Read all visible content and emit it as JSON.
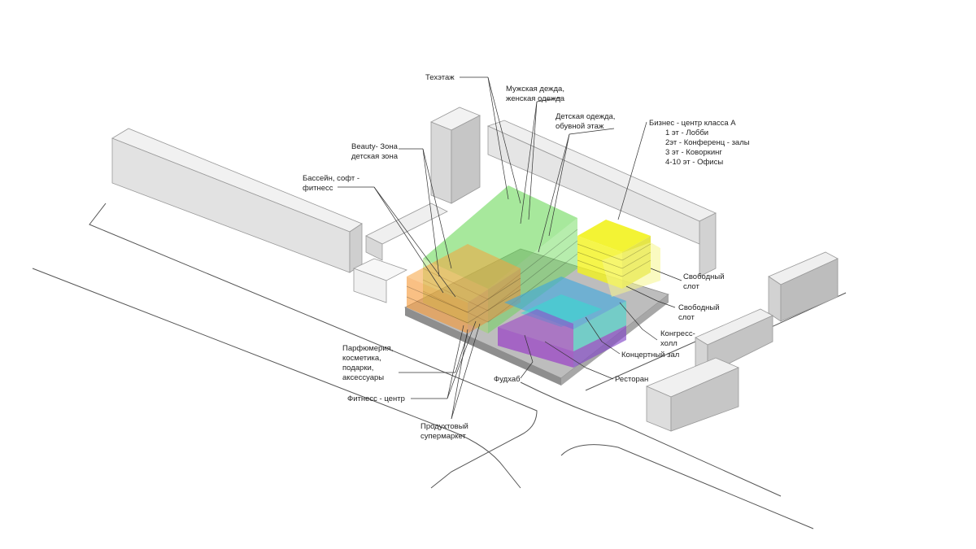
{
  "labels": {
    "tech_floor": "Техэтаж",
    "mens_womens": [
      "Мужская дежда,",
      "женская одежда"
    ],
    "kids_shoes": [
      "Детская одежда,",
      "обувной этаж"
    ],
    "beauty": [
      "Beauty- Зона",
      "детская зона"
    ],
    "pool": [
      "Бассейн, софт -",
      "фитнесс"
    ],
    "business": [
      "Бизнес - центр класса А",
      "1 эт - Лобби",
      "2эт - Конференц - залы",
      "3 эт - Коворкинг",
      "4-10 эт - Офисы"
    ],
    "free_slot_1": [
      "Свободный",
      "слот"
    ],
    "free_slot_2": [
      "Свободный",
      "слот"
    ],
    "congress": [
      "Конгресс-",
      "холл"
    ],
    "concert": "Концертный зал",
    "restaurant": "Ресторан",
    "foodhall": "Фудхаб",
    "perfume": [
      "Парфюмерия,",
      "косметика,",
      "подарки,",
      "аксессуары"
    ],
    "fitness": "Фитнесс - центр",
    "supermarket": [
      "Продухтовый",
      "супермаркет"
    ]
  },
  "colors": {
    "green": "#5fd64a",
    "lime": "#9fe640",
    "yellow": "#f2f21e",
    "orange": "#f5a23c",
    "blue": "#3aa6e0",
    "cyan": "#38d8d0",
    "purple": "#9a3ec8",
    "building_grey": "#e6e6e6"
  }
}
